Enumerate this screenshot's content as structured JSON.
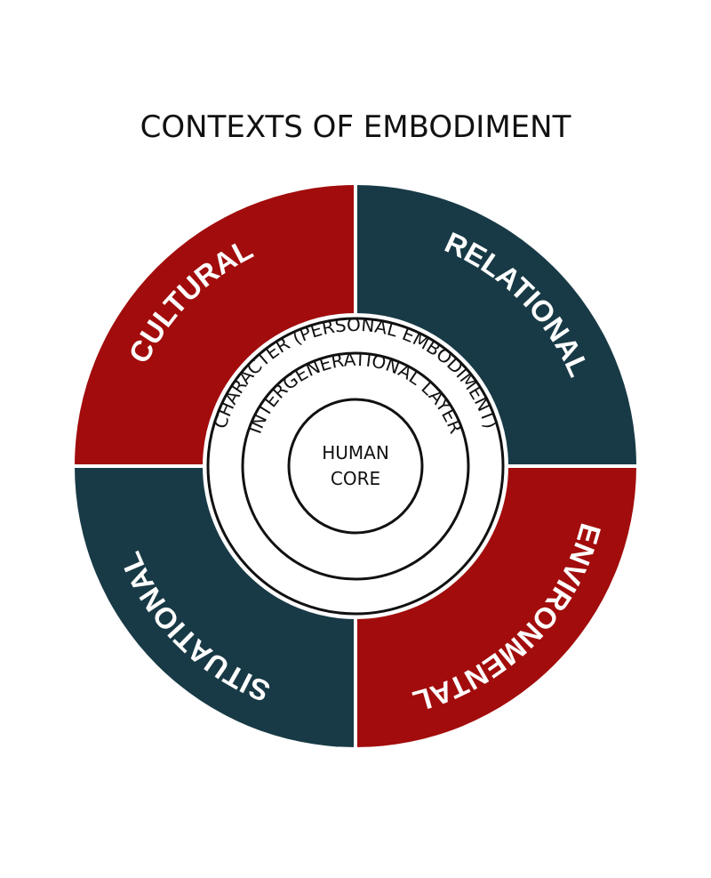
{
  "title": "CONTEXTS OF EMBODIMENT",
  "quadrants": {
    "top_left": {
      "label": "CULTURAL",
      "color": "#a20c0c"
    },
    "top_right": {
      "label": "RELATIONAL",
      "color": "#183a46"
    },
    "bottom_right": {
      "label": "ENVIRONMENTAL",
      "color": "#a20c0c"
    },
    "bottom_left": {
      "label": "SITUATIONAL",
      "color": "#183a46"
    }
  },
  "rings": {
    "outer": "CHARACTER (PERSONAL EMBODIMENT)",
    "middle": "INTERGENERATIONAL LAYER"
  },
  "core": {
    "line1": "HUMAN",
    "line2": "CORE"
  }
}
